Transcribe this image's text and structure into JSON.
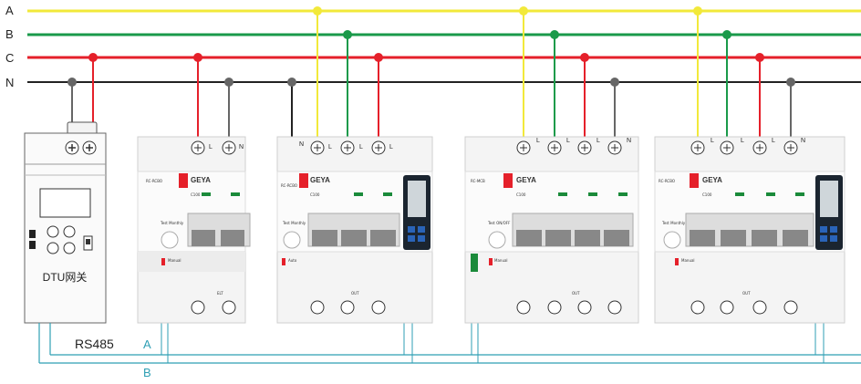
{
  "bus": {
    "lines": [
      {
        "label": "A",
        "color": "#f2e93a"
      },
      {
        "label": "B",
        "color": "#1a9a4a"
      },
      {
        "label": "C",
        "color": "#e5202a"
      },
      {
        "label": "N",
        "color": "#222222"
      }
    ]
  },
  "gateway": {
    "label": "DTU网关"
  },
  "rs485": {
    "label": "RS485",
    "line_a_label": "A",
    "line_b_label": "B",
    "line_a_color": "#2f9fb4",
    "line_b_color": "#2f9fb4"
  },
  "breakers": [
    {
      "model": "RC-RCBO",
      "brand": "GEYA",
      "rating": "C100",
      "test_label": "Test Monthly",
      "terminals": [
        "L",
        "N"
      ],
      "bottom_label": "ELT",
      "remote_label": "Manual",
      "has_meter": false
    },
    {
      "model": "RC-RCBO",
      "brand": "GEYA",
      "rating": "C100",
      "test_label": "Test Monthly",
      "terminals": [
        "N",
        "L",
        "L",
        "L"
      ],
      "bottom_label": "OUT",
      "remote_label": "Auto",
      "has_meter": true
    },
    {
      "model": "RC-MCB",
      "brand": "GEYA",
      "rating": "C100",
      "test_label": "Test ON/OFF",
      "terminals": [
        "L",
        "L",
        "L",
        "N"
      ],
      "bottom_label": "OUT",
      "remote_label": "Manual",
      "has_meter": false
    },
    {
      "model": "RC-RCBO",
      "brand": "GEYA",
      "rating": "C100",
      "test_label": "Test Monthly",
      "terminals": [
        "L",
        "L",
        "L",
        "N"
      ],
      "bottom_label": "OUT",
      "remote_label": "Manual",
      "has_meter": true
    }
  ]
}
